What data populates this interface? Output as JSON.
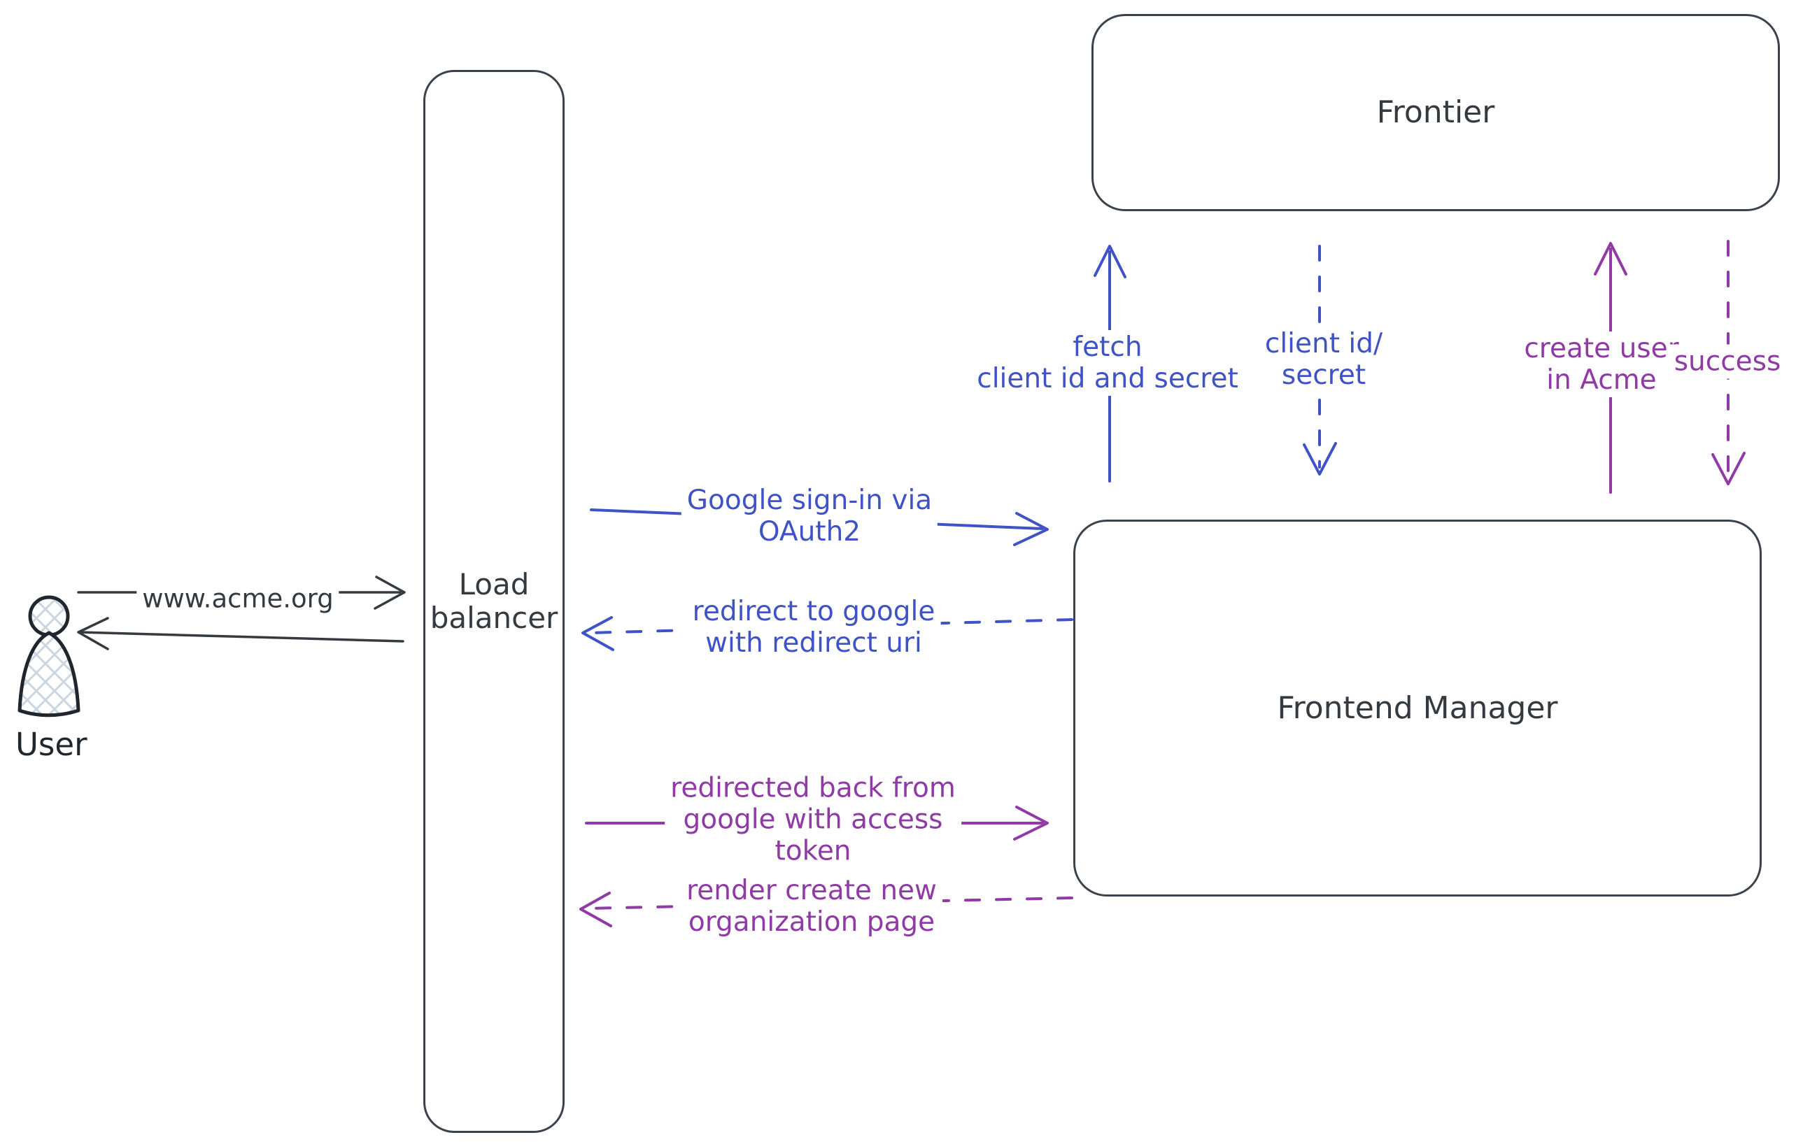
{
  "colors": {
    "ink": "#343a40",
    "box_stroke": "#3a424d",
    "blue": "#3f53c6",
    "purple": "#8f3aa5",
    "figure_hatch": "#ccd6e1"
  },
  "user": {
    "label": "User"
  },
  "nodes": {
    "load_balancer": {
      "line1": "Load",
      "line2": "balancer"
    },
    "frontier": {
      "label": "Frontier"
    },
    "frontend_manager": {
      "line1": "Frontend",
      "line2": "Manager"
    }
  },
  "arrows": {
    "www_request": {
      "label": "www.acme.org",
      "style": "solid",
      "color": "ink"
    },
    "www_response": {
      "style": "solid",
      "color": "ink"
    },
    "google_signin": {
      "line1": "Google sign-in via",
      "line2": "OAuth2",
      "style": "solid",
      "color": "blue"
    },
    "redirect_google": {
      "line1": "redirect to google",
      "line2": "with redirect uri",
      "style": "dashed",
      "color": "blue"
    },
    "fetch_client": {
      "line1": "fetch",
      "line2": "client id and secret",
      "style": "solid",
      "color": "blue"
    },
    "client_id_secret": {
      "line1": "client id/",
      "line2": "secret",
      "style": "dashed",
      "color": "blue"
    },
    "create_user": {
      "line1": "create user",
      "line2": "in Acme",
      "style": "solid",
      "color": "purple"
    },
    "success": {
      "label": "success",
      "style": "dashed",
      "color": "purple"
    },
    "redirected_back": {
      "line1": "redirected back from",
      "line2": "google with access",
      "line3": "token",
      "style": "solid",
      "color": "purple"
    },
    "render_org": {
      "line1": "render create new",
      "line2": "organization page",
      "style": "dashed",
      "color": "purple"
    }
  }
}
